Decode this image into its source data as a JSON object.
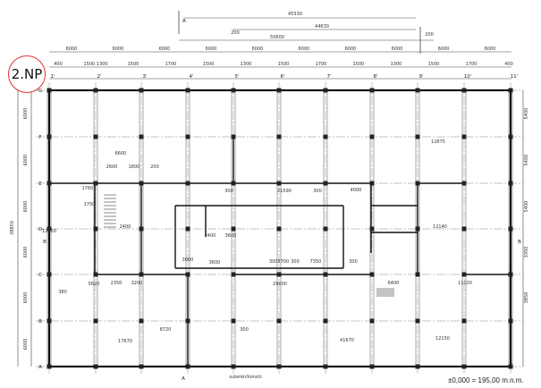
{
  "floor_label": "2.NP",
  "level_note": "±0,000 = 195,00 m.n.m.",
  "section_marks": [
    "A",
    "B"
  ],
  "top_dimensions": {
    "overall_1": "45330",
    "overall_2": "44630",
    "overall_3": "50600",
    "side_1": "200",
    "side_2": "200",
    "bays": [
      "6000",
      "6000",
      "6000",
      "6000",
      "6000",
      "6000",
      "6000",
      "6000",
      "6000",
      "6000"
    ],
    "sub": [
      "400",
      "1500 1300",
      "1500",
      "1700",
      "1500",
      "1300",
      "1500",
      "1700",
      "1500",
      "1300",
      "1500",
      "1700",
      "400"
    ]
  },
  "grid_columns": [
    "1'",
    "2'",
    "3'",
    "4'",
    "5'",
    "6'",
    "7'",
    "8'",
    "9'",
    "10'",
    "11'"
  ],
  "grid_rows": [
    "G",
    "F",
    "E",
    "D",
    "C",
    "B",
    "A"
  ],
  "left_dimensions": [
    "38850",
    "6000",
    "6000",
    "6000",
    "6000",
    "6000",
    "6000"
  ],
  "right_dimensions": [
    "5400",
    "5400",
    "5400",
    "3350",
    "3850"
  ],
  "interior_labels": [
    "6600",
    "2600",
    "1800",
    "200",
    "21590",
    "4000",
    "2400",
    "3600",
    "3000",
    "3600",
    "3005700",
    "300",
    "7350",
    "300",
    "29600",
    "5620",
    "380",
    "2350",
    "3200",
    "17670",
    "41670",
    "8720",
    "12150",
    "12875",
    "6400",
    "11020",
    "12140",
    "12550",
    "300",
    "300",
    "2400",
    "1760",
    "1750",
    "300"
  ],
  "bottom_note": "suterén/konstr."
}
